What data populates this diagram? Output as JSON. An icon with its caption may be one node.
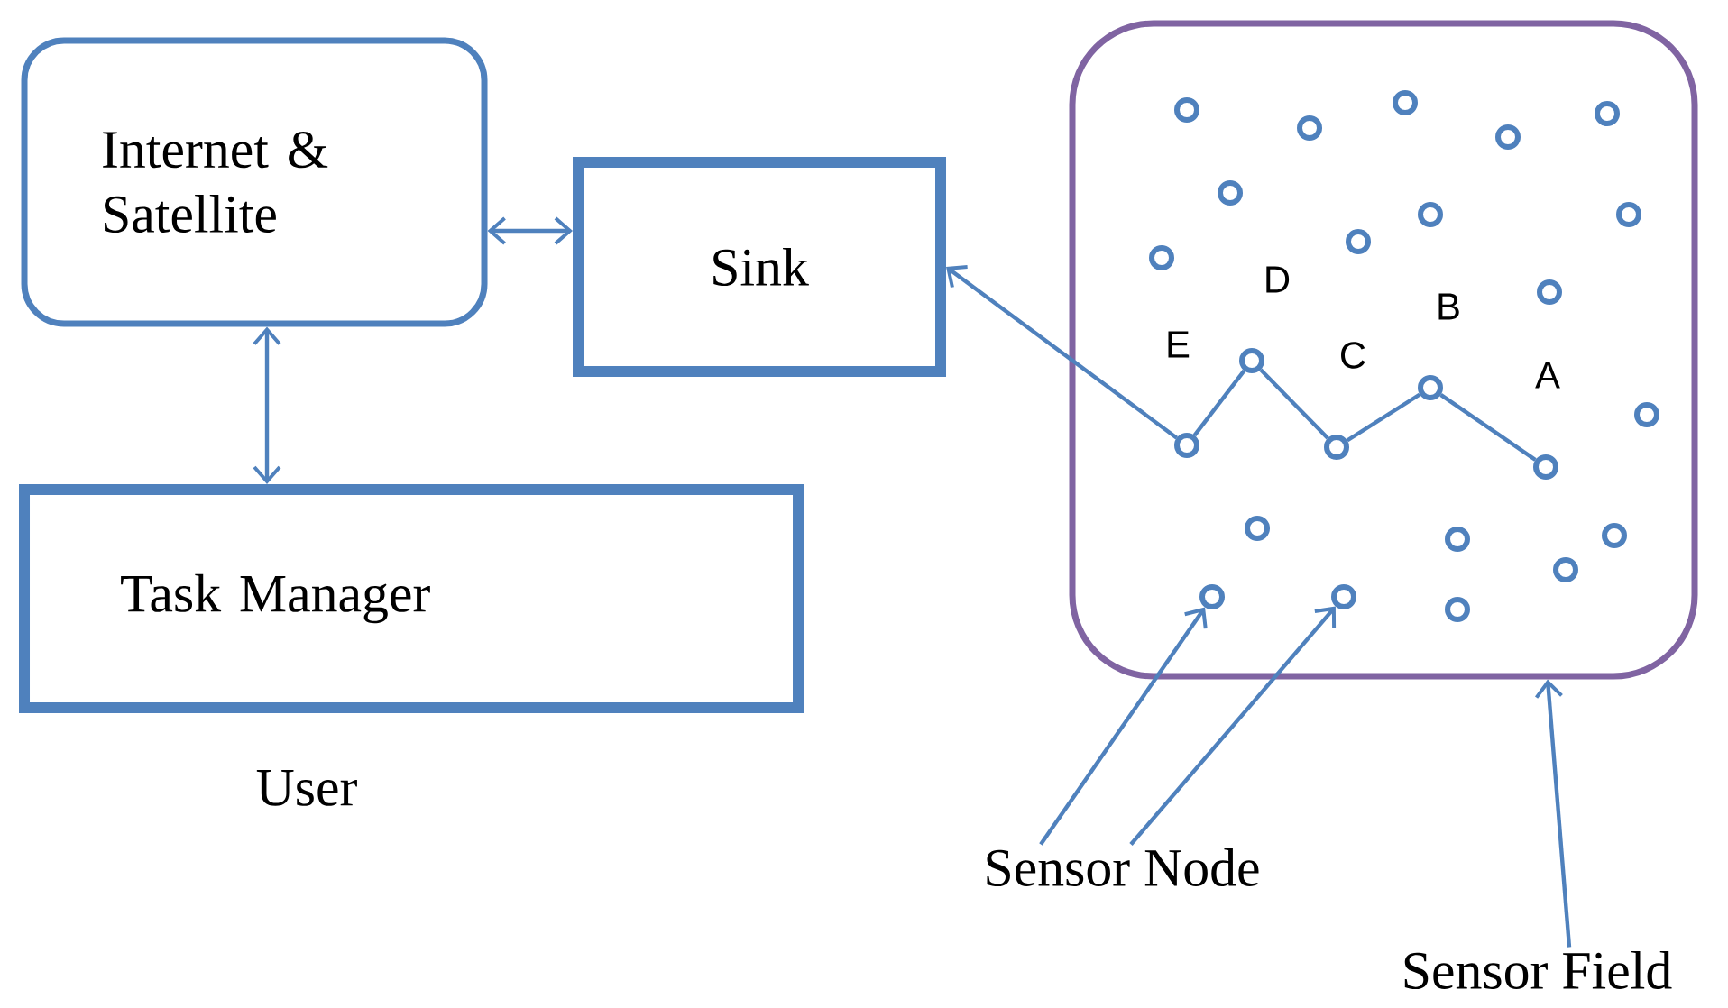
{
  "diagram": {
    "nodes": [
      {
        "text": [
          "Internet & Satellite"
        ]
      },
      {
        "text": [
          "Sink"
        ]
      },
      {
        "text": [
          "Task Manager"
        ]
      },
      {
        "text": [],
        "shape": "box"
      },
      {
        "text": [],
        "shape": "circle",
        "in": 3
      },
      {
        "text": [],
        "shape": "circle",
        "in": 3
      },
      {
        "text": [],
        "shape": "circle",
        "in": 3
      },
      {
        "text": [],
        "shape": "circle",
        "in": 3
      },
      {
        "text": [],
        "shape": "circle",
        "in": 3
      },
      {
        "text": [],
        "shape": "circle",
        "in": 3
      },
      {
        "text": [],
        "shape": "circle",
        "in": 3
      },
      {
        "text": [],
        "shape": "circle",
        "in": 3
      },
      {
        "text": [],
        "shape": "circle",
        "in": 3
      },
      {
        "text": [],
        "shape": "circle",
        "in": 3
      },
      {
        "text": [],
        "shape": "circle",
        "in": 3
      },
      {
        "text": [],
        "shape": "circle",
        "in": 3,
        "beside": [
          "D"
        ]
      },
      {
        "text": [],
        "shape": "circle",
        "in": 3,
        "beside": [
          "B"
        ]
      },
      {
        "text": [],
        "shape": "circle",
        "in": 3
      },
      {
        "text": [],
        "shape": "circle",
        "in": 3,
        "beside": [
          "E"
        ]
      },
      {
        "text": [],
        "shape": "circle",
        "in": 3,
        "beside": [
          "C"
        ]
      },
      {
        "text": [],
        "shape": "circle",
        "in": 3,
        "beside": [
          "A"
        ]
      },
      {
        "text": [],
        "shape": "circle",
        "in": 3
      },
      {
        "text": [],
        "shape": "circle",
        "in": 3
      },
      {
        "text": [],
        "shape": "circle",
        "in": 3
      },
      {
        "text": [],
        "shape": "circle",
        "in": 3
      },
      {
        "text": [],
        "shape": "circle",
        "in": 3
      },
      {
        "text": [],
        "shape": "circle",
        "in": 3
      },
      {
        "text": [],
        "shape": "circle",
        "in": 3
      },
      {
        "text": [
          "Sensor Node"
        ]
      },
      {
        "text": [
          "Sensor Field"
        ]
      }
    ],
    "edges": [
      {
        "from": 0,
        "to": 1,
        "arrow": "both"
      },
      {
        "from": 0,
        "to": 2,
        "arrow": "both"
      },
      {
        "from": 18,
        "to": 1,
        "arrow": "to"
      },
      {
        "from": 18,
        "to": 15,
        "arrow": "none"
      },
      {
        "from": 15,
        "to": 19,
        "arrow": "none"
      },
      {
        "from": 19,
        "to": 16,
        "arrow": "none"
      },
      {
        "from": 16,
        "to": 20,
        "arrow": "none"
      },
      {
        "from": 28,
        "to": 25,
        "arrow": "to"
      },
      {
        "from": 28,
        "to": 26,
        "arrow": "to"
      },
      {
        "from": 29,
        "to": 3,
        "arrow": "to"
      }
    ],
    "labels": [
      "User"
    ]
  }
}
